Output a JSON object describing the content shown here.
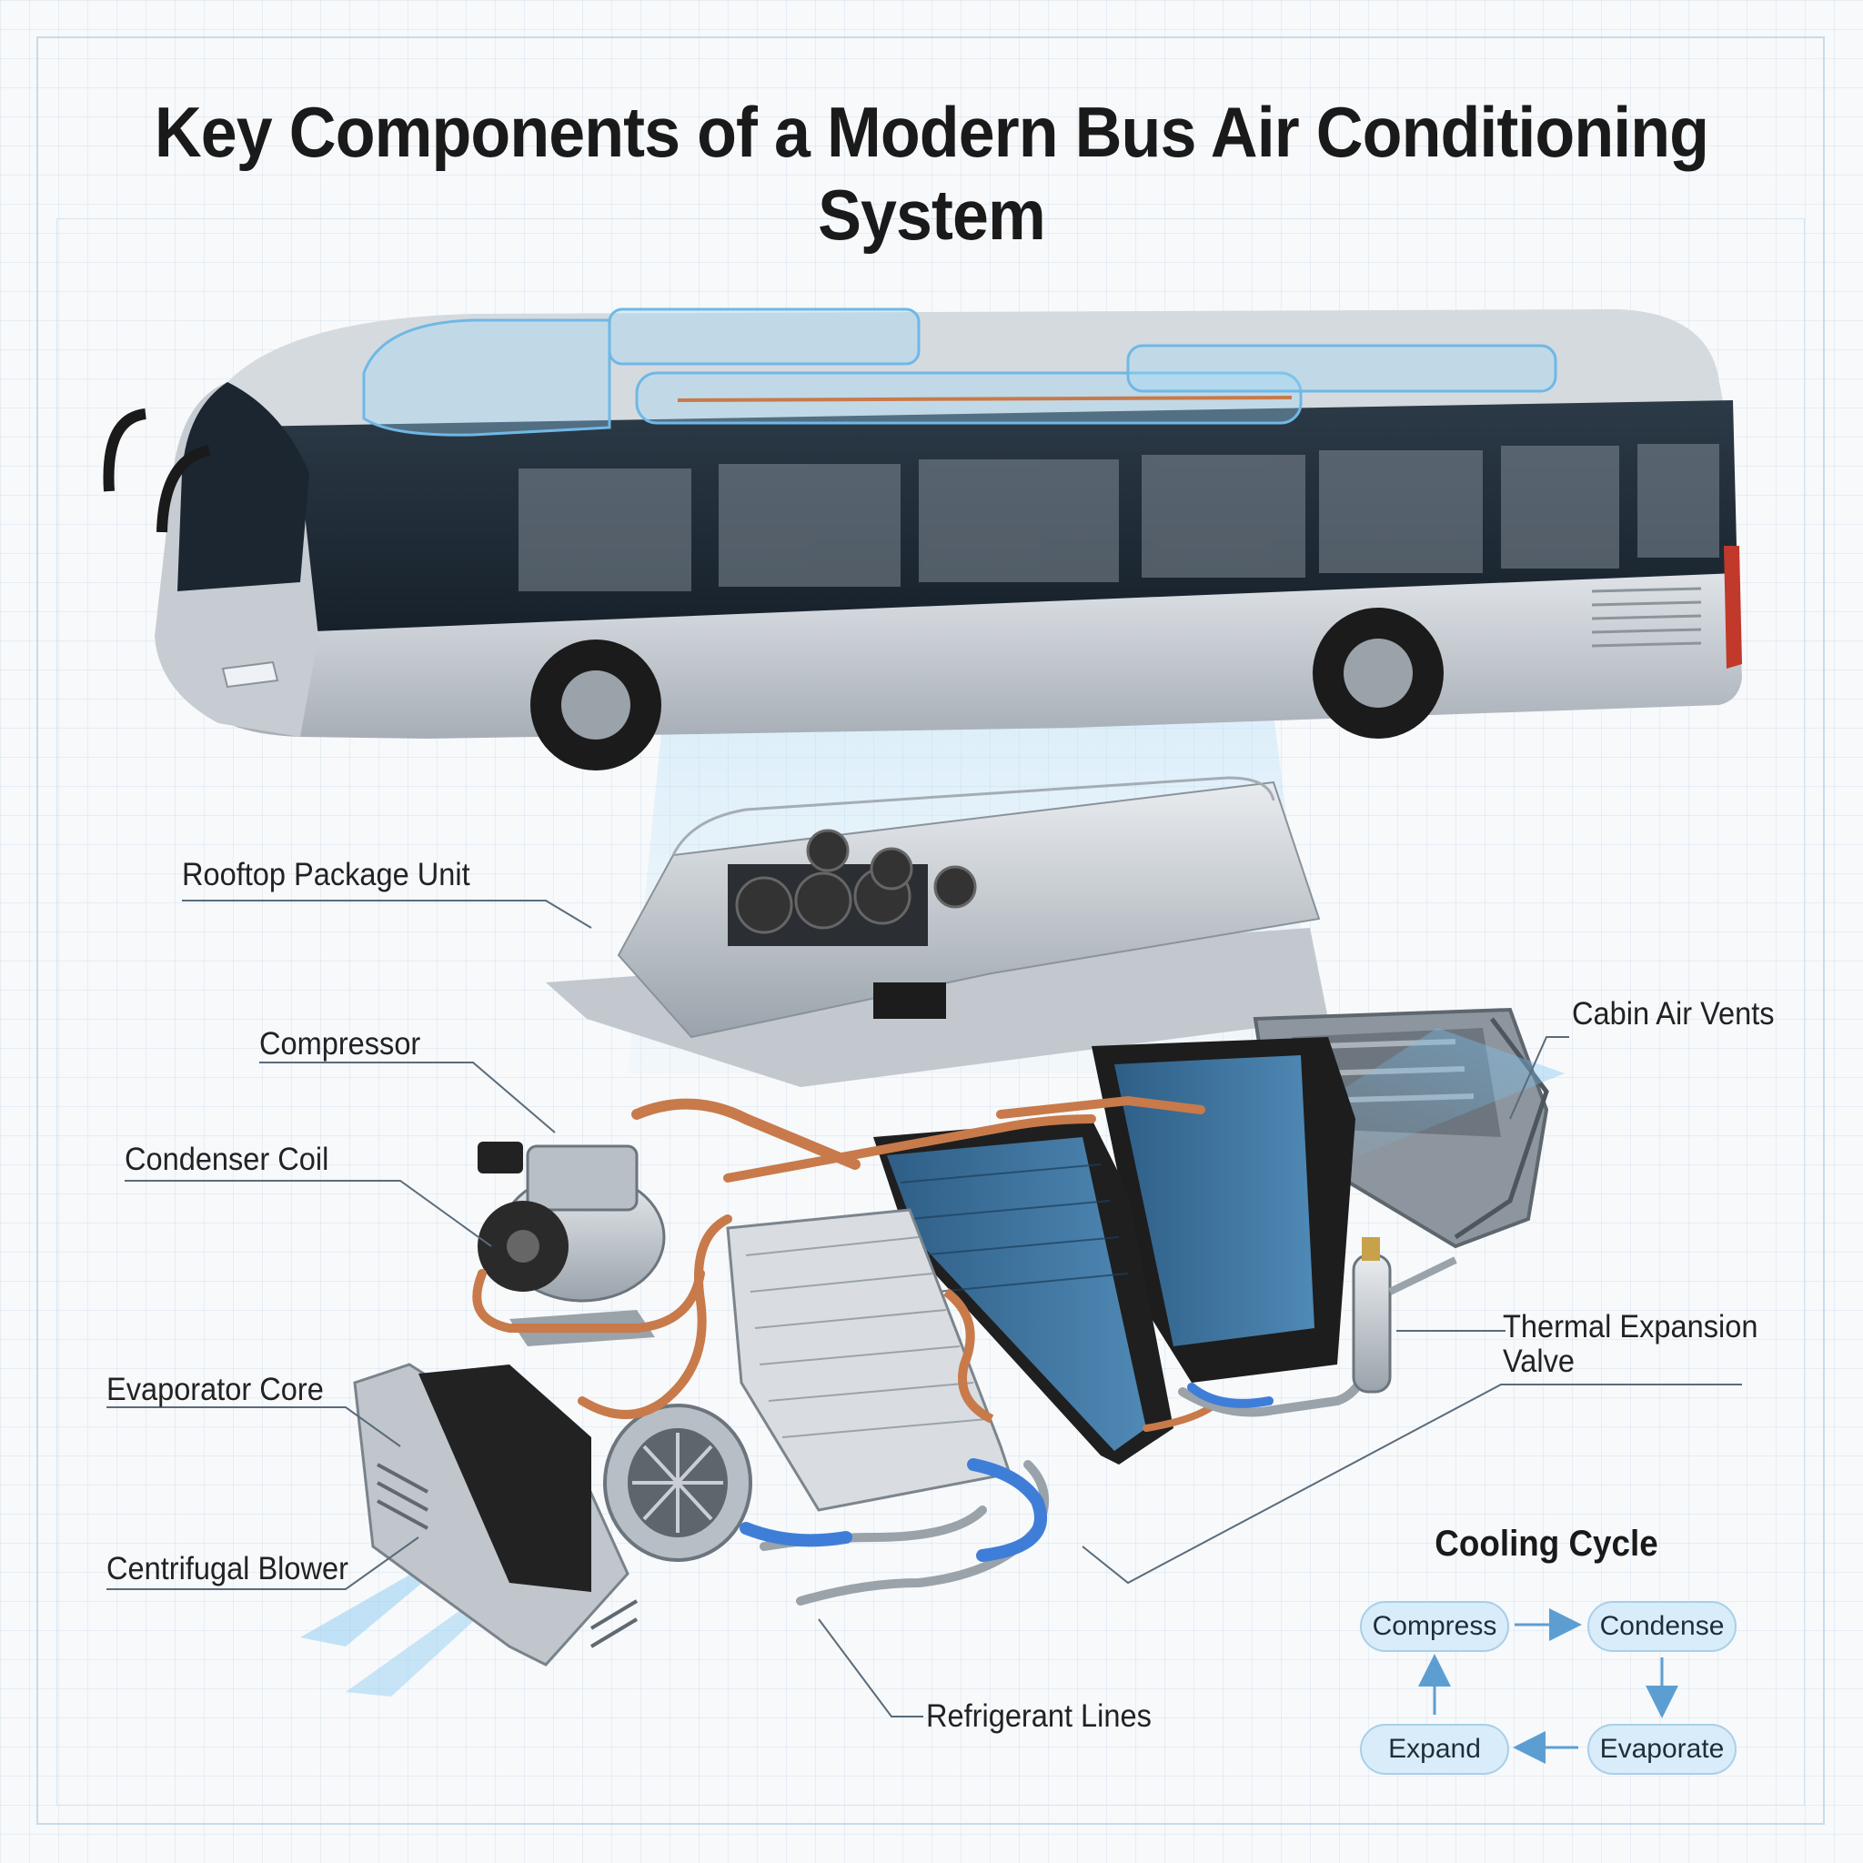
{
  "title": "Key Components of a Modern Bus Air Conditioning System",
  "labels": {
    "rooftop_package_unit": "Rooftop Package Unit",
    "compressor": "Compressor",
    "condenser_coil": "Condenser Coil",
    "evaporator_core": "Evaporator Core",
    "centrifugal_blower": "Centrifugal Blower",
    "refrigerant_lines": "Refrigerant Lines",
    "cabin_air_vents": "Cabin Air Vents",
    "thermal_expansion_valve": "Thermal Expansion\nValve"
  },
  "cooling_cycle": {
    "title": "Cooling Cycle",
    "steps": [
      "Compress",
      "Condense",
      "Evaporate",
      "Expand"
    ]
  },
  "colors": {
    "title": "#1a1a1a",
    "bus_body": "#c4cad1",
    "window_glass": "#1d2a36",
    "xray_blue": "#7ec0ea",
    "copper": "#c87a4a",
    "blue_line": "#3f7ed8",
    "pill_fill": "#d9ecf9",
    "pill_border": "#a9cfe9"
  }
}
